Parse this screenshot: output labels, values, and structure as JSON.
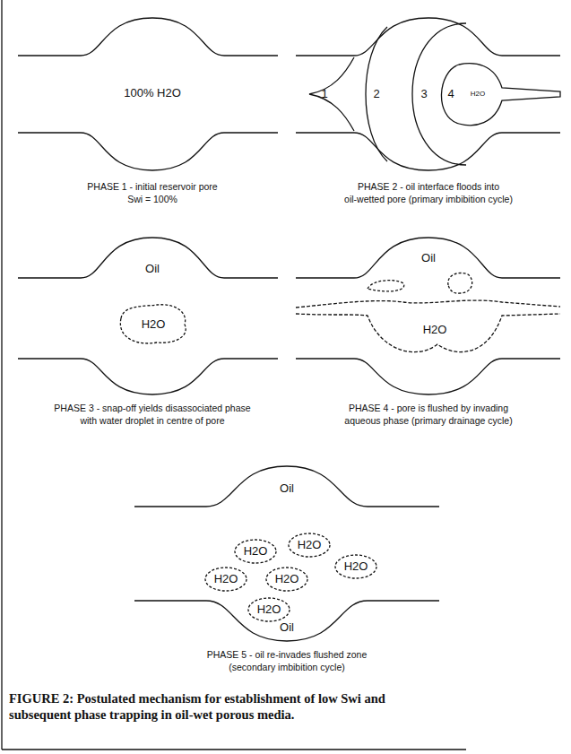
{
  "diagram": {
    "caption": "FIGURE 2: Postulated mechanism for establishment of low Swi and subsequent phase trapping in oil-wet porous media.",
    "labels": [
      "100% H2O",
      "PHASE 1 - initial reservoir pore",
      "Swi = 100%",
      "1",
      "2",
      "3",
      "4",
      "H2O",
      "PHASE 2 - oil interface floods into",
      "oil-wetted pore (primary imbibition cycle)",
      "Oil",
      "H2O",
      "PHASE 3 - snap-off yields disassociated phase",
      "with water droplet in centre of pore",
      "Oil",
      "H2O",
      "PHASE 4 - pore is flushed by invading",
      "aqueous phase (primary drainage cycle)",
      "Oil",
      "H2O",
      "H2O",
      "H2O",
      "H2O",
      "H2O",
      "H2O",
      "Oil",
      "PHASE 5 - oil re-invades flushed zone",
      "(secondary imbibition cycle)"
    ]
  }
}
